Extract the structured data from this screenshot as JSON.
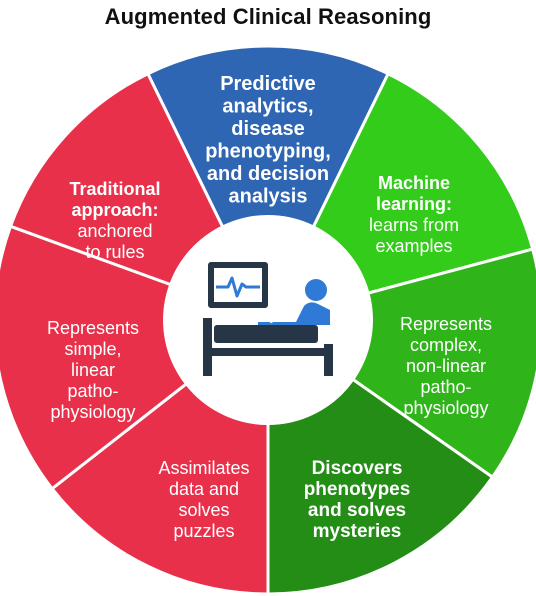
{
  "title": "Augmented Clinical Reasoning",
  "colors": {
    "blue": "#2f66b3",
    "green_top": "#33cc1a",
    "green_mid": "#2fb41a",
    "green_bottom": "#238d16",
    "red": "#e8304a",
    "red_dark": "#d92440",
    "center": "#ffffff",
    "icon": "#263646",
    "icon_accent": "#2f7ad6"
  },
  "center_icon": "patient-bed-with-heart-monitor-icon",
  "segments": [
    {
      "id": "predictive",
      "color": "blue",
      "lines": [
        {
          "text": "Predictive",
          "bold": true
        },
        {
          "text": "analytics,",
          "bold": true
        },
        {
          "text": "disease",
          "bold": true
        },
        {
          "text": "phenotyping,",
          "bold": true
        },
        {
          "text": "and decision",
          "bold": true
        },
        {
          "text": "analysis",
          "bold": true
        }
      ]
    },
    {
      "id": "machine-learning",
      "color": "green_top",
      "lines": [
        {
          "text": "Machine",
          "bold": true
        },
        {
          "text": "learning:",
          "bold": true
        },
        {
          "text": "learns from",
          "bold": false
        },
        {
          "text": "examples",
          "bold": false
        }
      ]
    },
    {
      "id": "complex-physiology",
      "color": "green_mid",
      "lines": [
        {
          "text": "Represents",
          "bold": false
        },
        {
          "text": "complex,",
          "bold": false
        },
        {
          "text": "non-linear",
          "bold": false
        },
        {
          "text": "patho-",
          "bold": false
        },
        {
          "text": "physiology",
          "bold": false
        }
      ]
    },
    {
      "id": "discovers",
      "color": "green_bottom",
      "lines": [
        {
          "text": "Discovers",
          "bold": true
        },
        {
          "text": "phenotypes",
          "bold": true
        },
        {
          "text": "and solves",
          "bold": true
        },
        {
          "text": "mysteries",
          "bold": true
        }
      ]
    },
    {
      "id": "assimilates",
      "color": "red",
      "lines": [
        {
          "text": "Assimilates",
          "bold": false
        },
        {
          "text": "data and",
          "bold": false
        },
        {
          "text": "solves",
          "bold": false
        },
        {
          "text": "puzzles",
          "bold": false
        }
      ]
    },
    {
      "id": "simple-physiology",
      "color": "red",
      "lines": [
        {
          "text": "Represents",
          "bold": false
        },
        {
          "text": "simple,",
          "bold": false
        },
        {
          "text": "linear",
          "bold": false
        },
        {
          "text": "patho-",
          "bold": false
        },
        {
          "text": "physiology",
          "bold": false
        }
      ]
    },
    {
      "id": "traditional",
      "color": "red",
      "lines": [
        {
          "text": "Traditional",
          "bold": true
        },
        {
          "text": "approach:",
          "bold": true
        },
        {
          "text": "anchored",
          "bold": false
        },
        {
          "text": "to rules",
          "bold": false
        }
      ]
    }
  ]
}
